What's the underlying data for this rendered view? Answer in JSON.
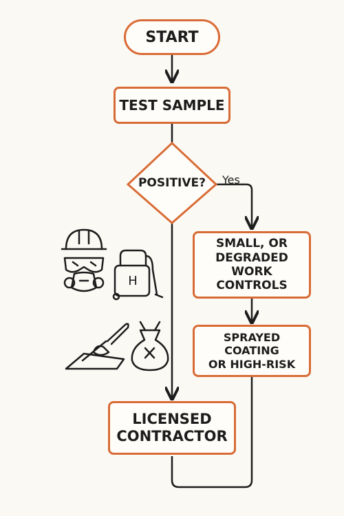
{
  "start": {
    "label": "START"
  },
  "test": {
    "label": "TEST SAMPLE"
  },
  "decision": {
    "label": "POSITIVE?"
  },
  "yes_label": "Yes",
  "box_small": {
    "lines": [
      "SMALL, OR",
      "DEGRADED",
      "WORK CONTROLS"
    ]
  },
  "box_sprayed": {
    "lines": [
      "SPRAYED COATING",
      "OR HIGH-RISK"
    ]
  },
  "licensed": {
    "lines": [
      "LICENSED",
      "CONTRACTOR"
    ]
  },
  "vacuum_letter": "H",
  "colors": {
    "accent": "#d86b35",
    "ink": "#1c1c1c"
  },
  "icons": [
    "hard-hat-icon",
    "goggles-icon",
    "respirator-icon",
    "hepa-vacuum-icon",
    "trowel-icon",
    "waste-bag-icon"
  ]
}
